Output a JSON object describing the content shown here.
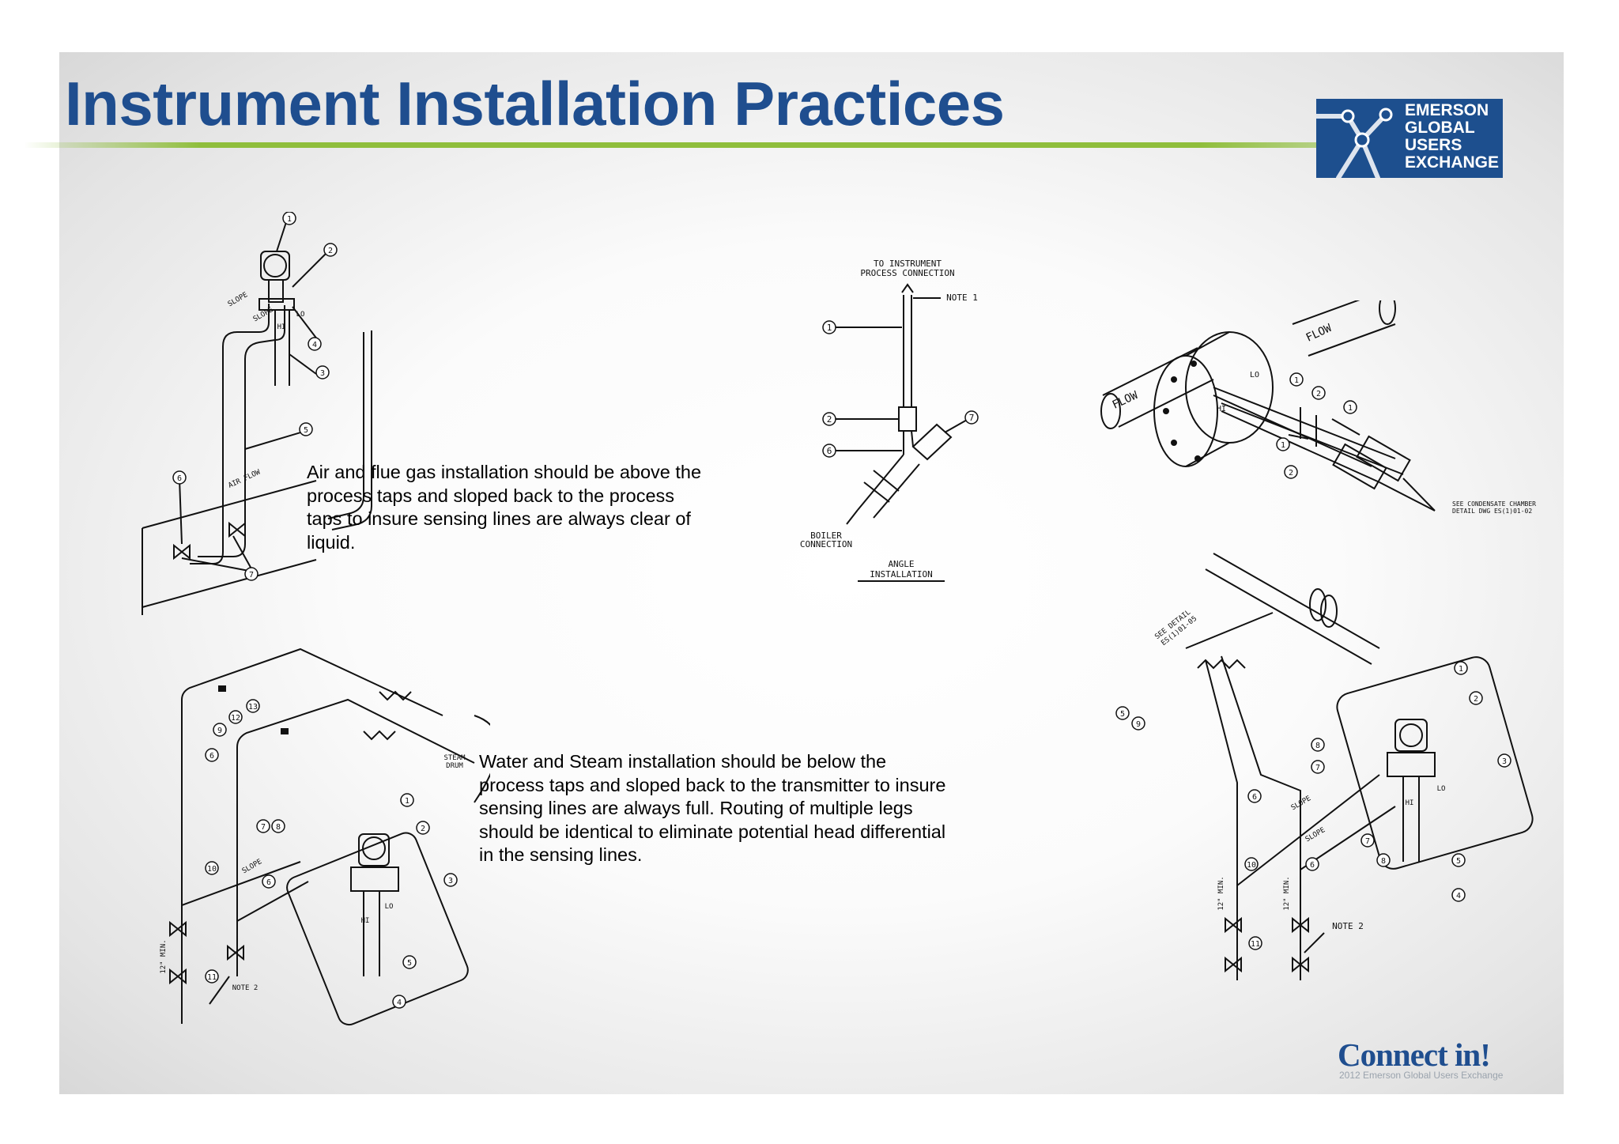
{
  "slide": {
    "title": "Instrument Installation Practices",
    "accent_color": "#8fbe3c",
    "title_color": "#1f4e8f"
  },
  "logo": {
    "lines": [
      "EMERSON",
      "GLOBAL",
      "USERS",
      "EXCHANGE"
    ],
    "background": "#1d4f8e"
  },
  "captions": {
    "air": "Air and flue gas installation should be above the process taps and sloped back to the process taps to insure sensing lines are always clear of liquid.",
    "water": "Water and Steam installation should be below the process taps and sloped back to the transmitter to insure sensing lines are always full. Routing of multiple legs should be identical to eliminate potential head differential in the sensing lines."
  },
  "diagrams": {
    "air_flue": {
      "callouts": [
        "1",
        "2",
        "3",
        "4",
        "5",
        "6",
        "7"
      ],
      "labels": {
        "slope": "SLOPE",
        "air_flow": "AIR FLOW",
        "lo": "LO",
        "hi": "HI"
      }
    },
    "angle": {
      "top_label_1": "TO INSTRUMENT",
      "top_label_2": "PROCESS CONNECTION",
      "note": "NOTE 1",
      "boiler_1": "BOILER",
      "boiler_2": "CONNECTION",
      "angle_1": "ANGLE",
      "angle_2": "INSTALLATION",
      "callouts": [
        "1",
        "2",
        "6",
        "7"
      ]
    },
    "flange": {
      "flow": "FLOW",
      "lo": "LO",
      "hi": "HI",
      "see_1": "SEE CONDENSATE CHAMBER",
      "see_2": "DETAIL DWG ES(1)01-02",
      "callouts": [
        "1",
        "2",
        "1",
        "1",
        "2"
      ]
    },
    "steam_drum": {
      "drum_1": "STEAM",
      "drum_2": "DRUM",
      "slope": "SLOPE",
      "min_1": "12\" MIN.",
      "note": "NOTE 2",
      "lo": "LO",
      "hi": "HI",
      "callouts": [
        "13",
        "12",
        "9",
        "6",
        "1",
        "2",
        "3",
        "7",
        "8",
        "10",
        "6",
        "5",
        "11",
        "4"
      ]
    },
    "steam_right": {
      "see_1": "SEE DETAIL",
      "see_2": "ES(1)01-05",
      "slope": "SLOPE",
      "min_1": "12\" MIN.",
      "note": "NOTE 2",
      "lo": "LO",
      "hi": "HI",
      "callouts": [
        "5",
        "9",
        "1",
        "2",
        "8",
        "7",
        "3",
        "6",
        "10",
        "6",
        "7",
        "8",
        "5",
        "4",
        "11"
      ]
    }
  },
  "footer": {
    "brand_main": "Connect",
    "brand_in": "in!",
    "brand_sub": "2012 Emerson Global Users Exchange"
  }
}
